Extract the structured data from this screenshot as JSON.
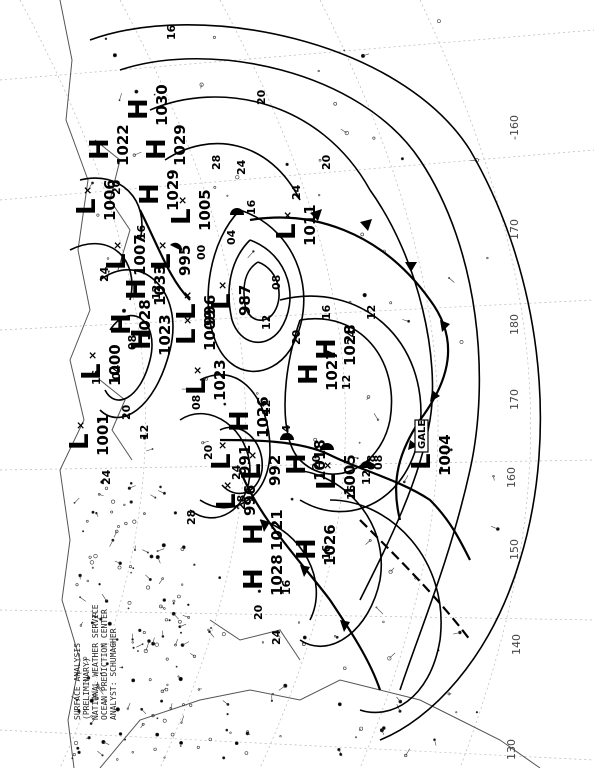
{
  "header": {
    "lines": [
      "SURFACE ANALYSIS",
      "(PRELIMINARY)",
      "NATIONAL WEATHER SERVICE",
      "OCEAN PREDICTION CENTER",
      "ANALYST: SCHUMACHER"
    ]
  },
  "longitude_labels": [
    "130",
    "140",
    "150",
    "160",
    "170",
    "180",
    "170",
    "-160"
  ],
  "isobar_labels": [
    "16",
    "20",
    "24",
    "28",
    "24",
    "20",
    "16",
    "12",
    "08",
    "04",
    "00",
    "12",
    "16",
    "20",
    "24",
    "08",
    "12",
    "16",
    "20",
    "24",
    "28",
    "16",
    "20",
    "24",
    "12",
    "08",
    "04",
    "20",
    "24",
    "16",
    "12",
    "08",
    "20",
    "24",
    "28",
    "12",
    "08",
    "16",
    "20",
    "24",
    "16",
    "12"
  ],
  "highs": [
    {
      "letter": "H",
      "pressure": "1030"
    },
    {
      "letter": "H",
      "pressure": "1029"
    },
    {
      "letter": "H",
      "pressure": "1033"
    },
    {
      "letter": "H",
      "pressure": "1028"
    },
    {
      "letter": "H",
      "pressure": "1027"
    },
    {
      "letter": "H",
      "pressure": "1028"
    },
    {
      "letter": "H",
      "pressure": "1018"
    },
    {
      "letter": "H",
      "pressure": "1026"
    },
    {
      "letter": "H",
      "pressure": "1021"
    },
    {
      "letter": "H",
      "pressure": "1028"
    },
    {
      "letter": "H",
      "pressure": "1029"
    },
    {
      "letter": "H",
      "pressure": "1022"
    },
    {
      "letter": "H",
      "pressure": "1023"
    },
    {
      "letter": "H",
      "pressure": "1026"
    }
  ],
  "lows": [
    {
      "letter": "L",
      "pressure": "1006"
    },
    {
      "letter": "L",
      "pressure": "1007"
    },
    {
      "letter": "L",
      "pressure": "995"
    },
    {
      "letter": "L",
      "pressure": "996"
    },
    {
      "letter": "L",
      "pressure": "987"
    },
    {
      "letter": "L",
      "pressure": "1005"
    },
    {
      "letter": "L",
      "pressure": "1011"
    },
    {
      "letter": "L",
      "pressure": "1000"
    },
    {
      "letter": "L",
      "pressure": "1001"
    },
    {
      "letter": "L",
      "pressure": "991"
    },
    {
      "letter": "L",
      "pressure": "992"
    },
    {
      "letter": "L",
      "pressure": "996"
    },
    {
      "letter": "L",
      "pressure": "1005"
    },
    {
      "letter": "L",
      "pressure": "1004"
    },
    {
      "letter": "L",
      "pressure": "1009"
    },
    {
      "letter": "L",
      "pressure": "1023"
    }
  ],
  "warning": {
    "text": "GALE"
  },
  "colors": {
    "ink": "#000000",
    "grid": "#b0b0b0",
    "coast": "#555555",
    "paper": "#ffffff"
  }
}
